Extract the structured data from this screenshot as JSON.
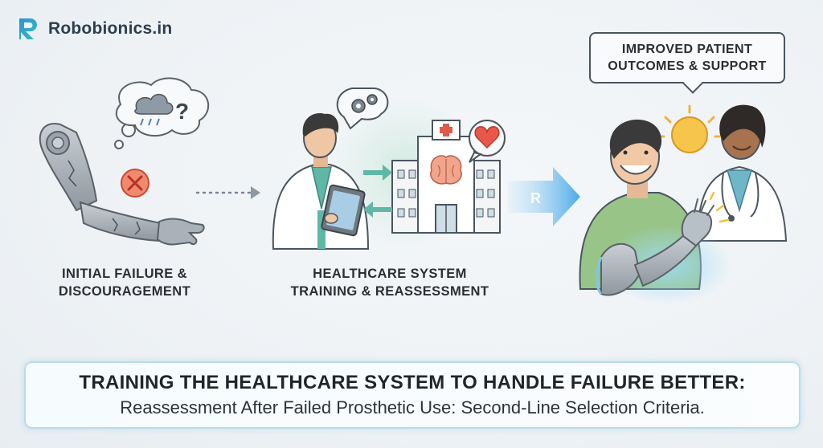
{
  "brand": {
    "name": "Robobionics.in",
    "logo_letter": "R"
  },
  "stages": [
    {
      "id": "failure",
      "line1": "INITIAL FAILURE &",
      "line2": "DISCOURAGEMENT"
    },
    {
      "id": "training",
      "line1": "HEALTHCARE SYSTEM",
      "line2": "TRAINING & REASSESSMENT"
    }
  ],
  "callout": {
    "line1": "IMPROVED PATIENT",
    "line2": "OUTCOMES & SUPPORT"
  },
  "banner": {
    "title": "TRAINING THE HEALTHCARE SYSTEM TO HANDLE FAILURE BETTER:",
    "subtitle": "Reassessment After Failed Prosthetic Use: Second-Line Selection Criteria."
  },
  "icons": {
    "question_mark": "?",
    "arrow_badge_letter": "R"
  },
  "colors": {
    "brand_blue": "#3b8fd6",
    "teal_accent": "#4aa6a0",
    "error_red": "#e05a4a",
    "heart_red": "#e8584a",
    "glow_blue": "#7cc7ec",
    "sun_yellow": "#f6c54b"
  }
}
